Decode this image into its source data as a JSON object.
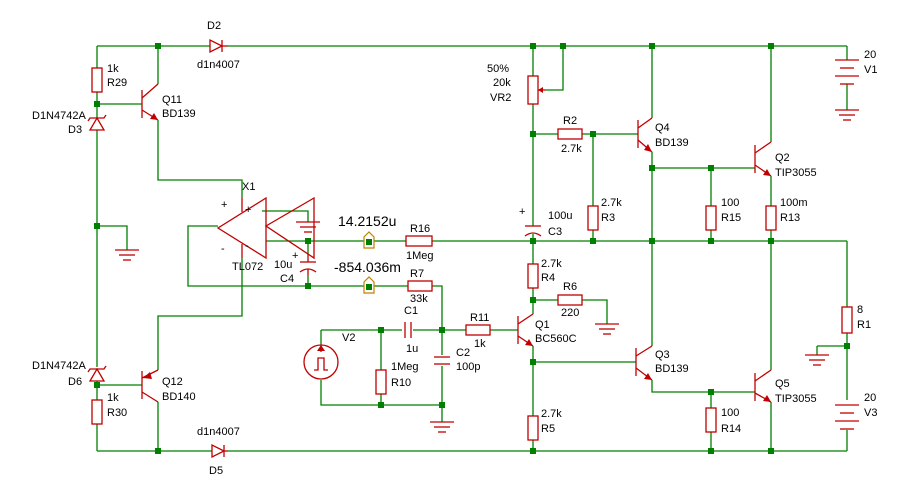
{
  "colors": {
    "wire": "#008000",
    "component": "#c00000",
    "text": "#000000",
    "probe": "#c08000",
    "background": "#ffffff"
  },
  "opamp": {
    "plus": "+",
    "minus": "-"
  },
  "labels": {
    "d2": "D2",
    "d2_model": "d1n4007",
    "r29_value": "1k",
    "r29": "R29",
    "d3_model": "D1N4742A",
    "d3": "D3",
    "q11": "Q11",
    "q11_model": "BD139",
    "x1": "X1",
    "x1_model": "TL072",
    "probe_top": "14.2152u",
    "probe_bottom": "-854.036m",
    "r16": "R16",
    "r16_value": "1Meg",
    "r7": "R7",
    "r7_value": "33k",
    "c4_value": "10u",
    "c4": "C4",
    "v2": "V2",
    "c1": "C1",
    "c1_value": "1u",
    "c2": "C2",
    "c2_value": "100p",
    "r10_value": "1Meg",
    "r10": "R10",
    "r11": "R11",
    "r11_value": "1k",
    "vr2_percent": "50%",
    "vr2_value": "20k",
    "vr2": "VR2",
    "r2": "R2",
    "r2_value": "2.7k",
    "r3_value": "2.7k",
    "r3": "R3",
    "c3_value": "100u",
    "c3": "C3",
    "r4_value": "2.7k",
    "r4": "R4",
    "r6": "R6",
    "r6_value": "220",
    "q1": "Q1",
    "q1_model": "BC560C",
    "r5_value": "2.7k",
    "r5": "R5",
    "q4": "Q4",
    "q4_model": "BD139",
    "q3": "Q3",
    "q3_model": "BD139",
    "r15_value": "100",
    "r15": "R15",
    "r14_value": "100",
    "r14": "R14",
    "q2": "Q2",
    "q2_model": "TIP3055",
    "r13_value": "100m",
    "r13": "R13",
    "q5": "Q5",
    "q5_model": "TIP3055",
    "r1_value": "8",
    "r1": "R1",
    "v1_value": "20",
    "v1": "V1",
    "v3_value": "20",
    "v3": "V3",
    "d6_model": "D1N4742A",
    "d6": "D6",
    "r30_value": "1k",
    "r30": "R30",
    "q12": "Q12",
    "q12_model": "BD140",
    "d5_model": "d1n4007",
    "d5": "D5"
  }
}
